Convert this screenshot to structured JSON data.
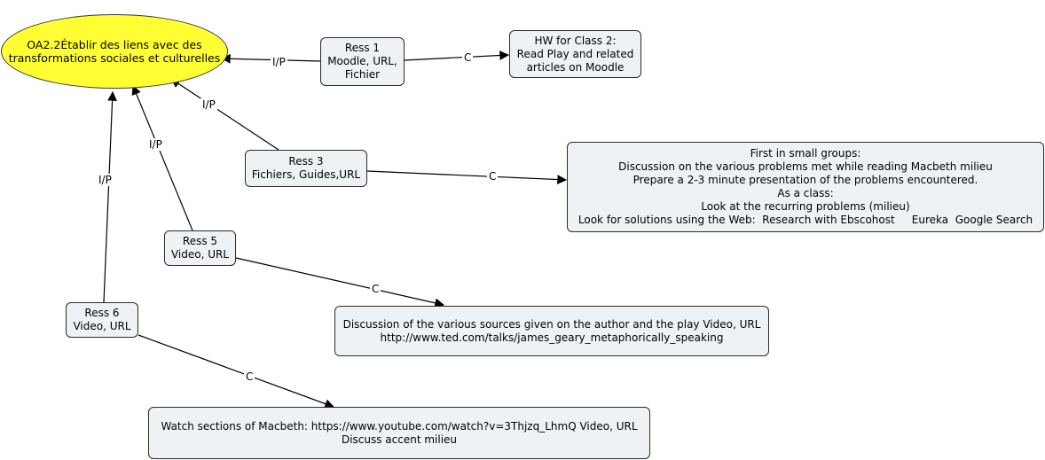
{
  "root": {
    "lines": [
      "OA2.2Établir des liens avec des",
      "transformations sociales et culturelles"
    ],
    "fill": "#ffff33"
  },
  "resources": [
    {
      "lines": [
        "Ress 1",
        "Moodle, URL,",
        "Fichier"
      ]
    },
    {
      "lines": [
        "Ress 3",
        "Fichiers, Guides,URL"
      ]
    },
    {
      "lines": [
        "Ress 5",
        "Video, URL"
      ]
    },
    {
      "lines": [
        "Ress 6",
        "Video, URL"
      ]
    }
  ],
  "activities": [
    {
      "lines": [
        "HW for Class 2:",
        "Read Play and related",
        "articles on Moodle"
      ]
    },
    {
      "lines": [
        "First in small groups:",
        "Discussion on the various problems met while reading Macbeth milieu",
        "Prepare a 2-3 minute presentation of the problems encountered.",
        "As a class:",
        "Look at the recurring problems (milieu)",
        "Look for solutions using the Web:  Research with Ebscohost     Eureka  Google Search"
      ]
    },
    {
      "lines": [
        "Discussion of the various sources given on the author and the play Video, URL",
        "http://www.ted.com/talks/james_geary_metaphorically_speaking"
      ]
    },
    {
      "lines": [
        "Watch sections of Macbeth: https://www.youtube.com/watch?v=3Thjzq_LhmQ Video, URL",
        "Discuss accent milieu"
      ]
    }
  ],
  "link_labels": {
    "ip": "I/P",
    "c": "C"
  },
  "colors": {
    "node_fill": "#eef2f4",
    "border": "#2b2b2b",
    "edge": "#000000"
  }
}
